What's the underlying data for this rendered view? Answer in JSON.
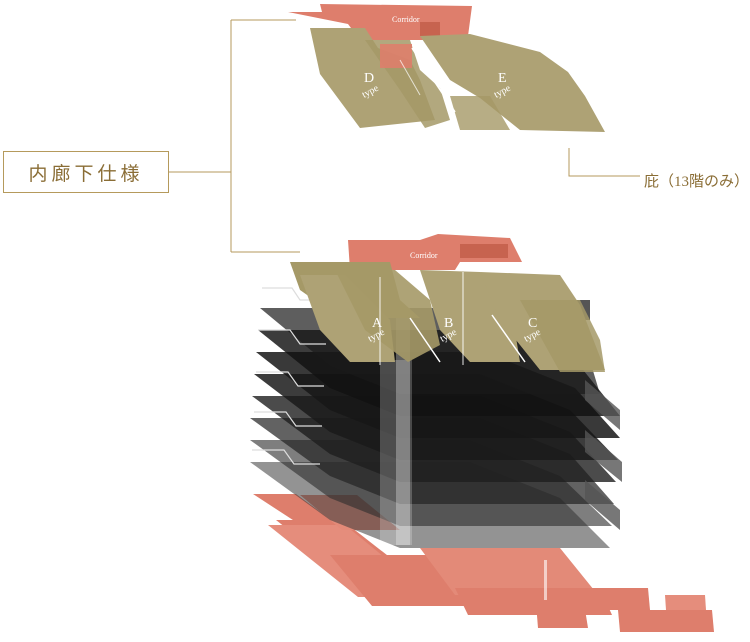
{
  "labels": {
    "spec_label": "内廊下仕様",
    "eaves_label": "庇（13階のみ）"
  },
  "top_floor": {
    "corridor": "Corridor",
    "units": [
      {
        "letter": "D",
        "type": "type"
      },
      {
        "letter": "E",
        "type": "type"
      }
    ]
  },
  "typical_floor": {
    "corridor": "Corridor",
    "units": [
      {
        "letter": "A",
        "type": "type"
      },
      {
        "letter": "B",
        "type": "type"
      },
      {
        "letter": "C",
        "type": "type"
      }
    ]
  },
  "colors": {
    "olive": "#aea275",
    "olive_dark": "#8f845a",
    "coral": "#de7e6c",
    "dark_floor": "#262626",
    "leader": "#b59a5c",
    "label_text": "#8a6d35"
  }
}
